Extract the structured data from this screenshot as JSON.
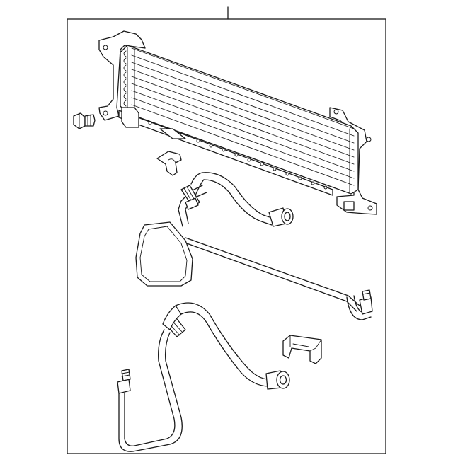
{
  "diagram": {
    "parts": [
      {
        "name": "transmission-fluid-cooler",
        "icon": "radiator-cooler-icon"
      },
      {
        "name": "drain-plug",
        "icon": "bolt-icon"
      },
      {
        "name": "retaining-clip",
        "icon": "clip-icon"
      },
      {
        "name": "upper-cooler-line",
        "icon": "hose-pipe-icon"
      },
      {
        "name": "lower-cooler-line",
        "icon": "hose-pipe-icon"
      },
      {
        "name": "line-bracket",
        "icon": "bracket-icon"
      }
    ],
    "colors": {
      "line": "#1a1a1a",
      "background": "#ffffff",
      "frame": "#1a1a1a"
    }
  }
}
